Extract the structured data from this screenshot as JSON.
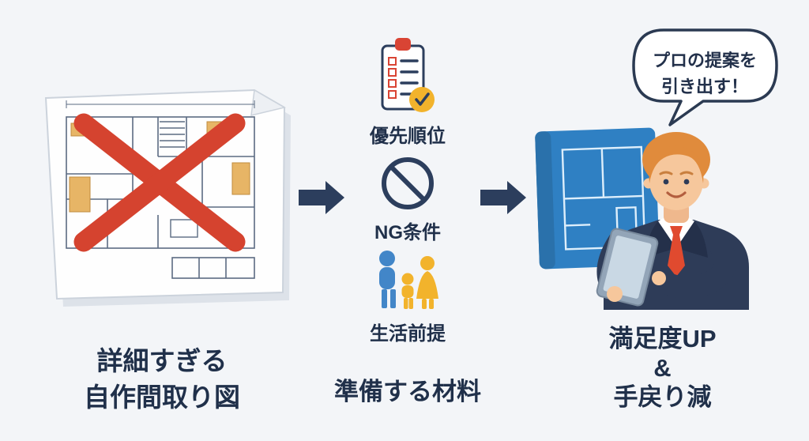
{
  "canvas": {
    "background": "#f3f5f8"
  },
  "left": {
    "caption_line1": "詳細すぎる",
    "caption_line2": "自作間取り図"
  },
  "middle": {
    "items": [
      {
        "icon": "checklist-icon",
        "label": "優先順位"
      },
      {
        "icon": "no-sign-icon",
        "label": "NG条件"
      },
      {
        "icon": "family-icon",
        "label": "生活前提"
      }
    ],
    "heading": "準備する材料"
  },
  "right": {
    "speech_bubble": {
      "line1": "プロの提案を",
      "line2": "引き出す！"
    },
    "caption_line1": "満足度UP",
    "caption_line2": "&",
    "caption_line3": "手戻り減"
  },
  "colors": {
    "text_navy": "#22304a",
    "arrow_navy": "#2c3e5d",
    "cross_red": "#d5432f",
    "clip_red": "#d94434",
    "accent_yellow": "#f2b32c",
    "person_blue": "#4286c8",
    "blueprint_blue": "#2f80c3",
    "tie_red": "#e04a2f",
    "hair_orange": "#e08b3c",
    "skin": "#f6c79c"
  }
}
